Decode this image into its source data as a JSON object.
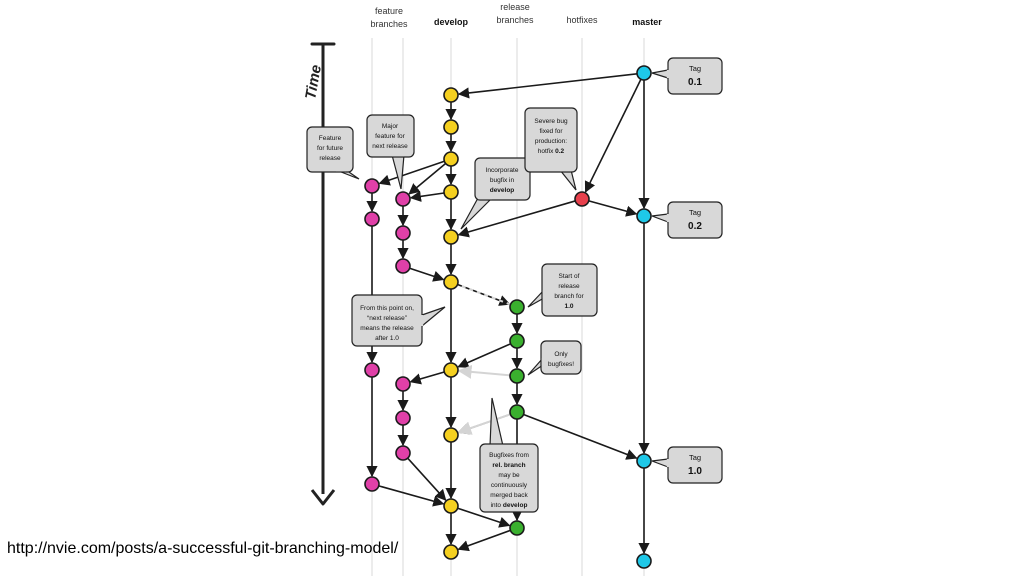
{
  "lanes": [
    {
      "id": "feature",
      "line1": "feature",
      "line2": "branches",
      "bold": false
    },
    {
      "id": "develop",
      "line1": "develop",
      "line2": "",
      "bold": true
    },
    {
      "id": "release",
      "line1": "release",
      "line2": "branches",
      "bold": false
    },
    {
      "id": "hotfix",
      "line1": "hotfixes",
      "line2": "",
      "bold": false
    },
    {
      "id": "master",
      "line1": "master",
      "line2": "",
      "bold": true
    }
  ],
  "time_label": "Time",
  "colors": {
    "feature": "#e040a8",
    "develop": "#f5d020",
    "release": "#3ab02e",
    "hotfix": "#e8404c",
    "master": "#1ec8e8"
  },
  "notes": [
    {
      "id": "feature-future",
      "lines": [
        [
          "Feature"
        ],
        [
          "for future"
        ],
        [
          "release"
        ]
      ]
    },
    {
      "id": "major-feature",
      "lines": [
        [
          "Major"
        ],
        [
          "feature for"
        ],
        [
          "next release"
        ]
      ]
    },
    {
      "id": "incorporate",
      "lines": [
        [
          "Incorporate"
        ],
        [
          "bugfix in"
        ],
        [
          "develop",
          true
        ]
      ]
    },
    {
      "id": "severe-bug",
      "lines": [
        [
          "Severe bug"
        ],
        [
          "fixed for"
        ],
        [
          "production:"
        ],
        [
          "hotfix ",
          "0.2"
        ]
      ]
    },
    {
      "id": "start-release",
      "lines": [
        [
          "Start of"
        ],
        [
          "release"
        ],
        [
          "branch for"
        ],
        [
          "1.0",
          true
        ]
      ]
    },
    {
      "id": "only-bugfixes",
      "lines": [
        [
          "Only"
        ],
        [
          "bugfixes!"
        ]
      ]
    },
    {
      "id": "next-release",
      "lines": [
        [
          "From this point on,"
        ],
        [
          "“next release”"
        ],
        [
          "means the release"
        ],
        [
          "after 1.0"
        ]
      ]
    },
    {
      "id": "bugfixes-from",
      "lines": [
        [
          "Bugfixes from"
        ],
        [
          "rel. branch",
          true
        ],
        [
          "may be"
        ],
        [
          "continuously"
        ],
        [
          "merged back"
        ],
        [
          "into ",
          "develop"
        ]
      ]
    }
  ],
  "tags": [
    {
      "id": "tag-01",
      "title": "Tag",
      "value": "0.1"
    },
    {
      "id": "tag-02",
      "title": "Tag",
      "value": "0.2"
    },
    {
      "id": "tag-10",
      "title": "Tag",
      "value": "1.0"
    }
  ],
  "source_url": "http://nvie.com/posts/a-successful-git-branching-model/"
}
